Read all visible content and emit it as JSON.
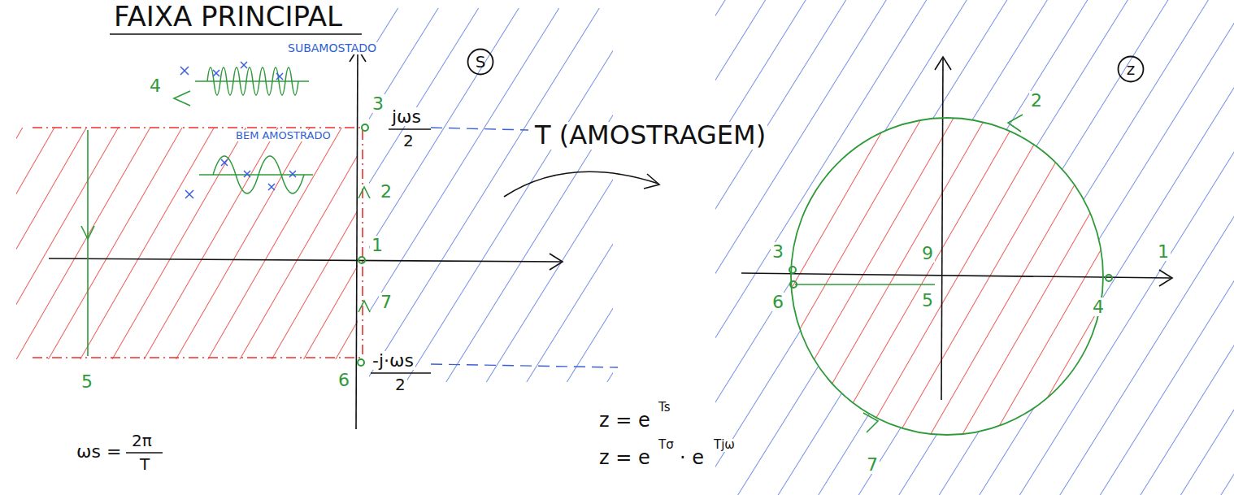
{
  "diagram": {
    "title": "FAIXA PRINCIPAL",
    "nodes": [
      {
        "text": [
          "S"
        ]
      },
      {
        "text": [
          "z"
        ]
      }
    ],
    "labels": [
      "SUBAMOSTADO",
      "BEM AMOSTRADO",
      "4",
      "3",
      "2",
      "1",
      "7",
      "6",
      "5",
      "jωs",
      "2",
      "-j·ωs",
      "2",
      "ωs =",
      "2π",
      "T",
      "T (AMOSTRAGEM)",
      "z = e",
      "Ts",
      "z = e",
      "Tσ",
      "· e",
      "Tjω",
      "2",
      "3",
      "6",
      "9",
      "5",
      "1",
      "4",
      "7"
    ]
  }
}
